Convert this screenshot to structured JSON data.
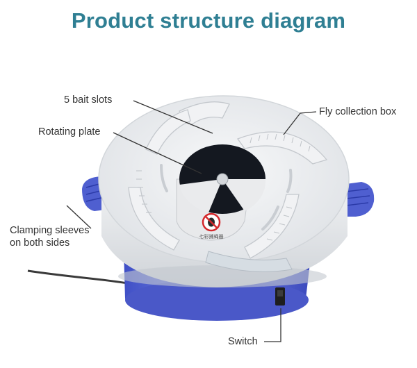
{
  "title": "Product structure diagram",
  "callouts": {
    "bait_slots": "5 bait slots",
    "rotating_plate": "Rotating plate",
    "fly_box": "Fly collection box",
    "clamping_line1": "Clamping sleeves",
    "clamping_line2": "on both sides",
    "switch": "Switch"
  },
  "colors": {
    "title": "#2f7f93",
    "body_blue": "#5b6ad6",
    "lid_white": "#eef0f2",
    "plate_dark": "#141820"
  },
  "icons": [
    "no-fly-icon"
  ],
  "logo_text": "七彩捕蝇器"
}
